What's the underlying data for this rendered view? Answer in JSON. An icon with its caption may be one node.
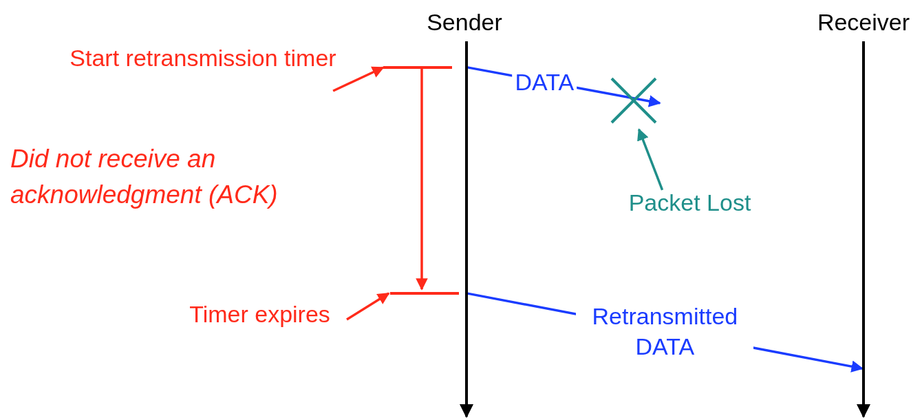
{
  "diagram": {
    "nodes": [
      {
        "text": [
          "Sender"
        ]
      },
      {
        "text": [
          "Receiver"
        ]
      },
      {
        "text": [
          "Start retransmission timer"
        ]
      },
      {
        "text": [],
        "shape": "bar"
      },
      {
        "text": [
          "Timer expires"
        ]
      },
      {
        "text": [],
        "shape": "bar"
      },
      {
        "text": [],
        "shape": "cross"
      },
      {
        "text": [
          "Packet Lost"
        ]
      }
    ],
    "edges": [
      {
        "from": 2,
        "to": 3,
        "arrow": "to"
      },
      {
        "from": 3,
        "to": 5,
        "arrow": "to"
      },
      {
        "from": 4,
        "to": 5,
        "arrow": "to"
      },
      {
        "from": 0,
        "to": 6,
        "label": "DATA",
        "arrow": "to",
        "color": "#1a3cff"
      },
      {
        "from": 7,
        "to": 6,
        "arrow": "to",
        "color": "#1f8f8a"
      },
      {
        "from": 0,
        "to": 1,
        "label": "Retransmitted DATA",
        "arrow": "to",
        "color": "#1a3cff"
      }
    ],
    "labels": [
      "Did not receive an acknowledgment (ACK)"
    ]
  }
}
